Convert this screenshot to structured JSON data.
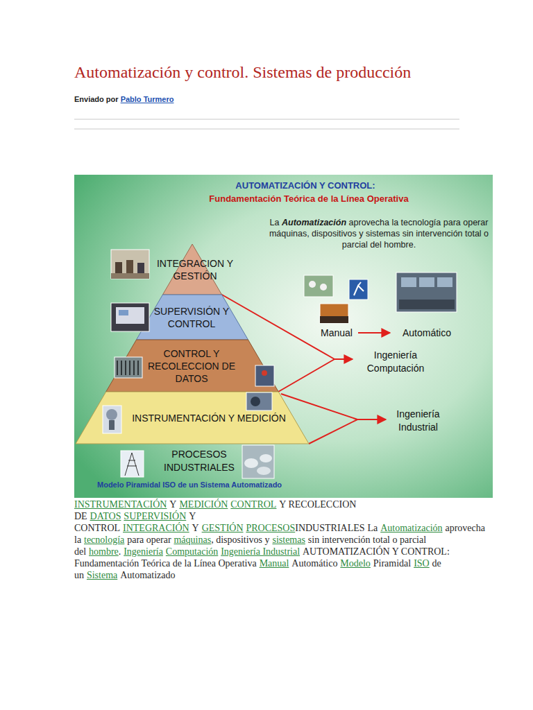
{
  "diagram": {
    "title": "Automatización y control. Sistemas de producción",
    "nodes": [
      {
        "text": [
          "INTEGRACION Y GESTIÓN"
        ]
      },
      {
        "text": [
          "SUPERVISIÓN Y CONTROL"
        ]
      },
      {
        "text": [
          "CONTROL Y RECOLECCION DE DATOS"
        ]
      },
      {
        "text": [
          "INSTRUMENTACIÓN Y MEDICIÓN"
        ]
      }
    ],
    "labels": [
      "Enviado por",
      "Pablo Turmero",
      "AUTOMATIZACIÓN Y CONTROL:",
      "Fundamentación Teórica de la Línea Operativa",
      "La",
      "Automatización",
      "aprovecha la tecnología para operar máquinas, dispositivos y sistemas sin intervención total o parcial del hombre.",
      "Manual",
      "Automático",
      "Ingeniería Computación",
      "Ingeniería Industrial",
      "PROCESOS INDUSTRIALES",
      "Modelo Piramidal ISO de un Sistema Automatizado",
      "INSTRUMENTACIÓN",
      "Y",
      "MEDICIÓN",
      "CONTROL",
      "Y RECOLECCION DE",
      "DATOS",
      "SUPERVISIÓN",
      "Y CONTROL",
      "INTEGRACIÓN",
      "Y",
      "GESTIÓN",
      "PROCESOS",
      "INDUSTRIALES",
      "La",
      "Automatización",
      "aprovecha la",
      "tecnología",
      "para operar",
      "máquinas",
      ", dispositivos y",
      "sistemas",
      "sin intervención total o parcial del",
      "hombre",
      ".",
      "Ingeniería",
      "Computación",
      "Ingeniería Industrial",
      "AUTOMATIZACIÓN Y CONTROL: Fundamentación Teórica de la Línea Operativa",
      "Manual",
      "Automático",
      "Modelo",
      "Piramidal",
      "ISO",
      "de un",
      "Sistema",
      "Automatizado"
    ]
  }
}
